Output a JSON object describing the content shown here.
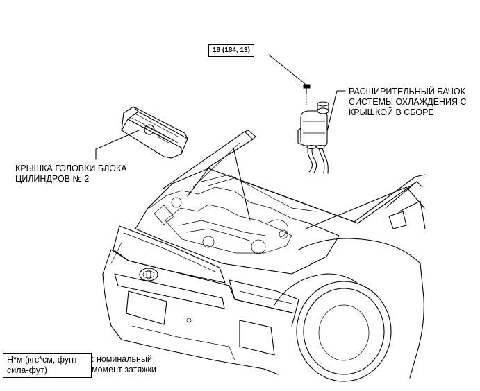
{
  "torque_spec": "18 (184, 13)",
  "labels": {
    "reservoir": [
      "РАСШИРИТЕЛЬНЫЙ БАЧОК",
      "СИСТЕМЫ ОХЛАЖДЕНИЯ С",
      "КРЫШКОЙ В СБОРЕ"
    ],
    "cover": [
      "КРЫШКА ГОЛОВКИ БЛОКА",
      "ЦИЛИНДРОВ № 2"
    ]
  },
  "legend": {
    "units": "Н*м (кгс*см, фунт-сила-фут)",
    "meaning": [
      ": номинальный",
      "момент затяжки"
    ]
  }
}
